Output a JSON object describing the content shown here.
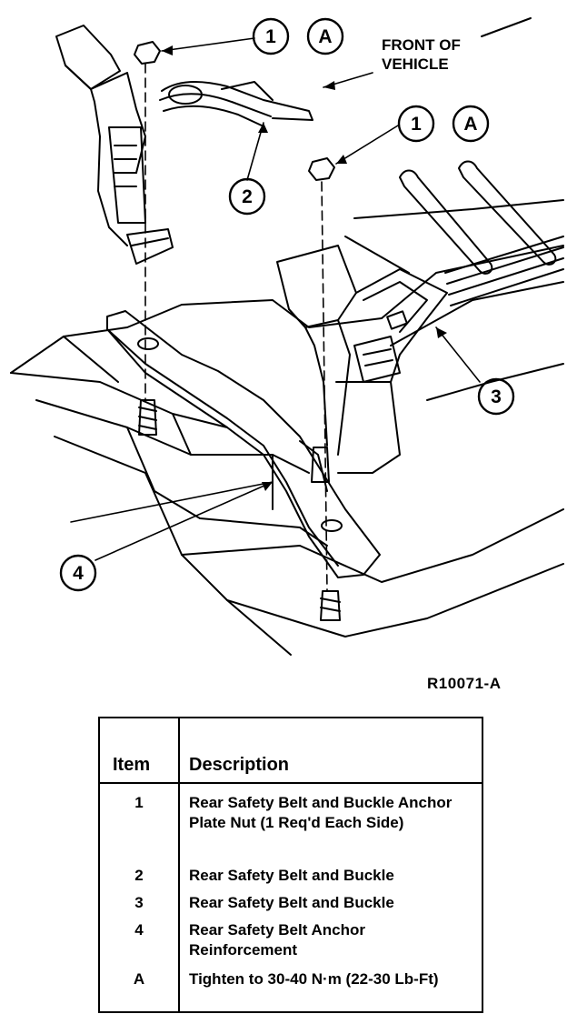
{
  "diagram": {
    "front_label_line1": "FRONT OF",
    "front_label_line2": "VEHICLE",
    "callouts": [
      "1",
      "A",
      "1",
      "A",
      "2",
      "3",
      "4"
    ],
    "figure_id": "R10071-A"
  },
  "legend": {
    "header_item": "Item",
    "header_description": "Description",
    "rows": [
      {
        "item": "1",
        "description": "Rear Safety Belt and Buckle Anchor Plate Nut (1 Req'd Each Side)"
      },
      {
        "item": "2",
        "description": "Rear Safety Belt and Buckle"
      },
      {
        "item": "3",
        "description": "Rear Safety Belt and Buckle"
      },
      {
        "item": "4",
        "description": "Rear Safety Belt Anchor Reinforcement"
      },
      {
        "item": "A",
        "description": "Tighten to 30-40 N·m (22-30 Lb-Ft)"
      }
    ]
  }
}
